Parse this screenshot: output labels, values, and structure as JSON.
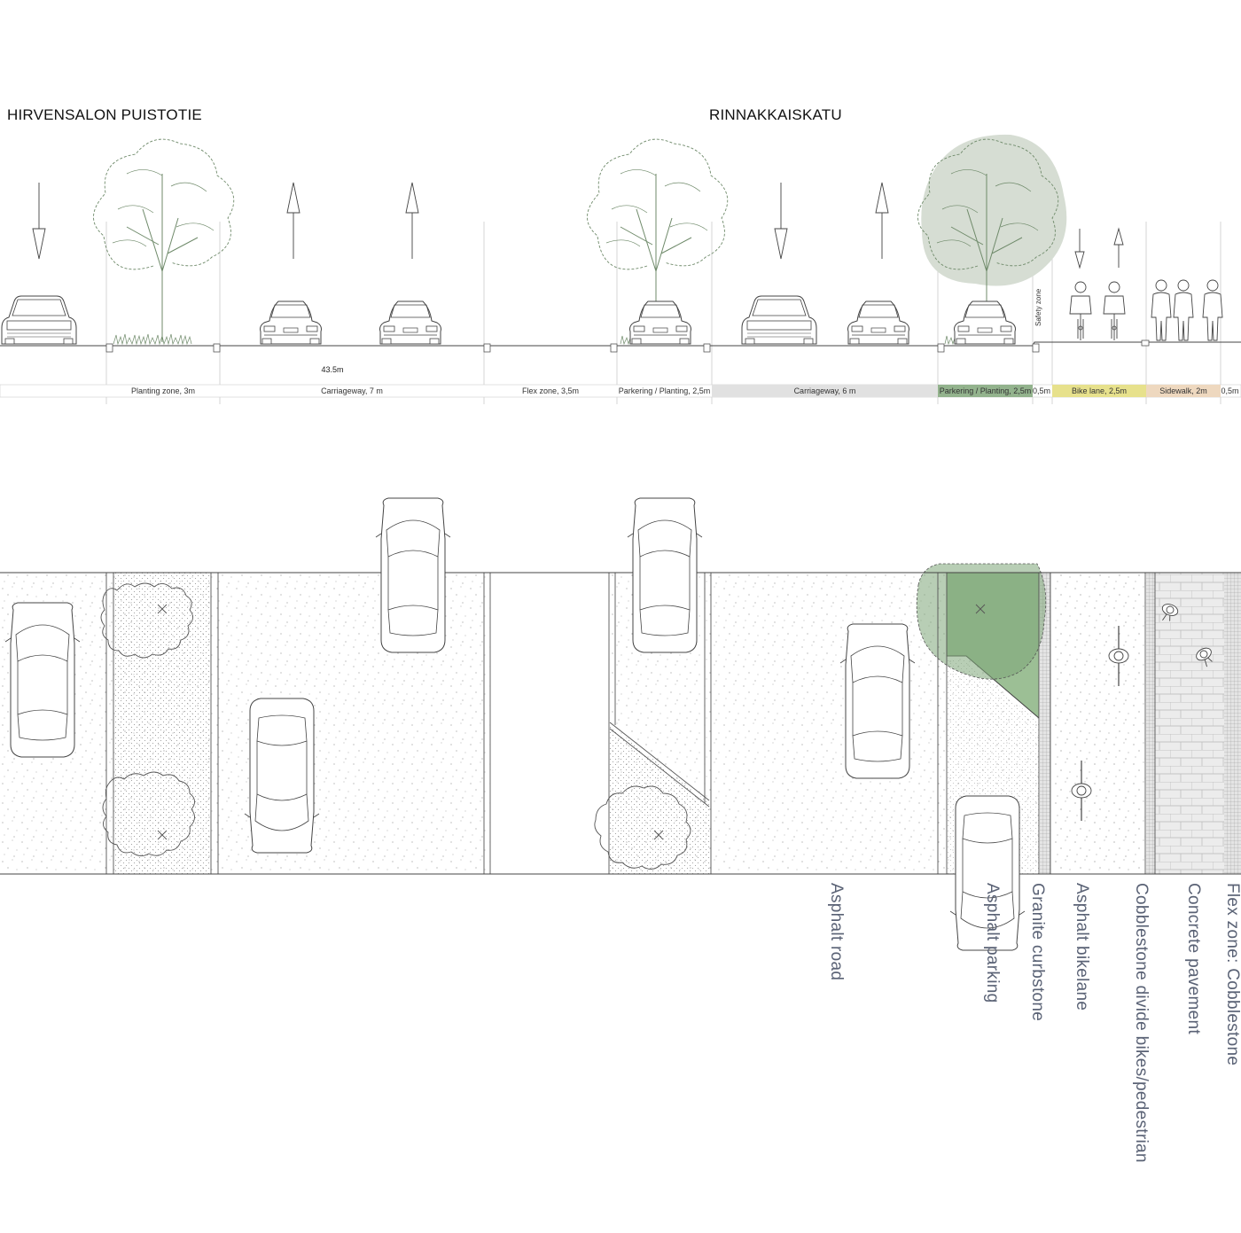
{
  "titles": {
    "left": "HIRVENSALON PUISTOTIE",
    "right": "RINNAKKAISKATU"
  },
  "total_width": "43.5m",
  "zones": [
    {
      "label": "Planting zone, 3m",
      "fill": "#ffffff"
    },
    {
      "label": "Carriageway, 7 m",
      "fill": "#ffffff"
    },
    {
      "label": "Flex zone, 3,5m",
      "fill": "#ffffff"
    },
    {
      "label": "Parkering / Planting, 2,5m",
      "fill": "#ffffff"
    },
    {
      "label": "Carriageway, 6 m",
      "fill": "#e1e1e1"
    },
    {
      "label": "Parkering / Planting, 2,5m",
      "fill": "#93b38d"
    },
    {
      "label": "0,5m",
      "fill": "#ffffff"
    },
    {
      "label": "Bike lane, 2,5m",
      "fill": "#e7e18c"
    },
    {
      "label": "Sidewalk, 2m",
      "fill": "#eed8bf"
    },
    {
      "label": "0,5m",
      "fill": "#ffffff"
    }
  ],
  "safety_zone": "Safety zone",
  "materials": [
    "Asphalt road",
    "Asphalt parking",
    "Granite curbstone",
    "Asphalt bikelane",
    "Cobblestone divide bikes/pedestrian",
    "Concrete pavement",
    "Flex zone: Cobblestone"
  ],
  "colors": {
    "line": "#444444",
    "thin_line": "#b5b5b5",
    "tree_shadow": "#cfd8cc",
    "planting_green": "#7ea678",
    "label_text": "#5a6275"
  }
}
